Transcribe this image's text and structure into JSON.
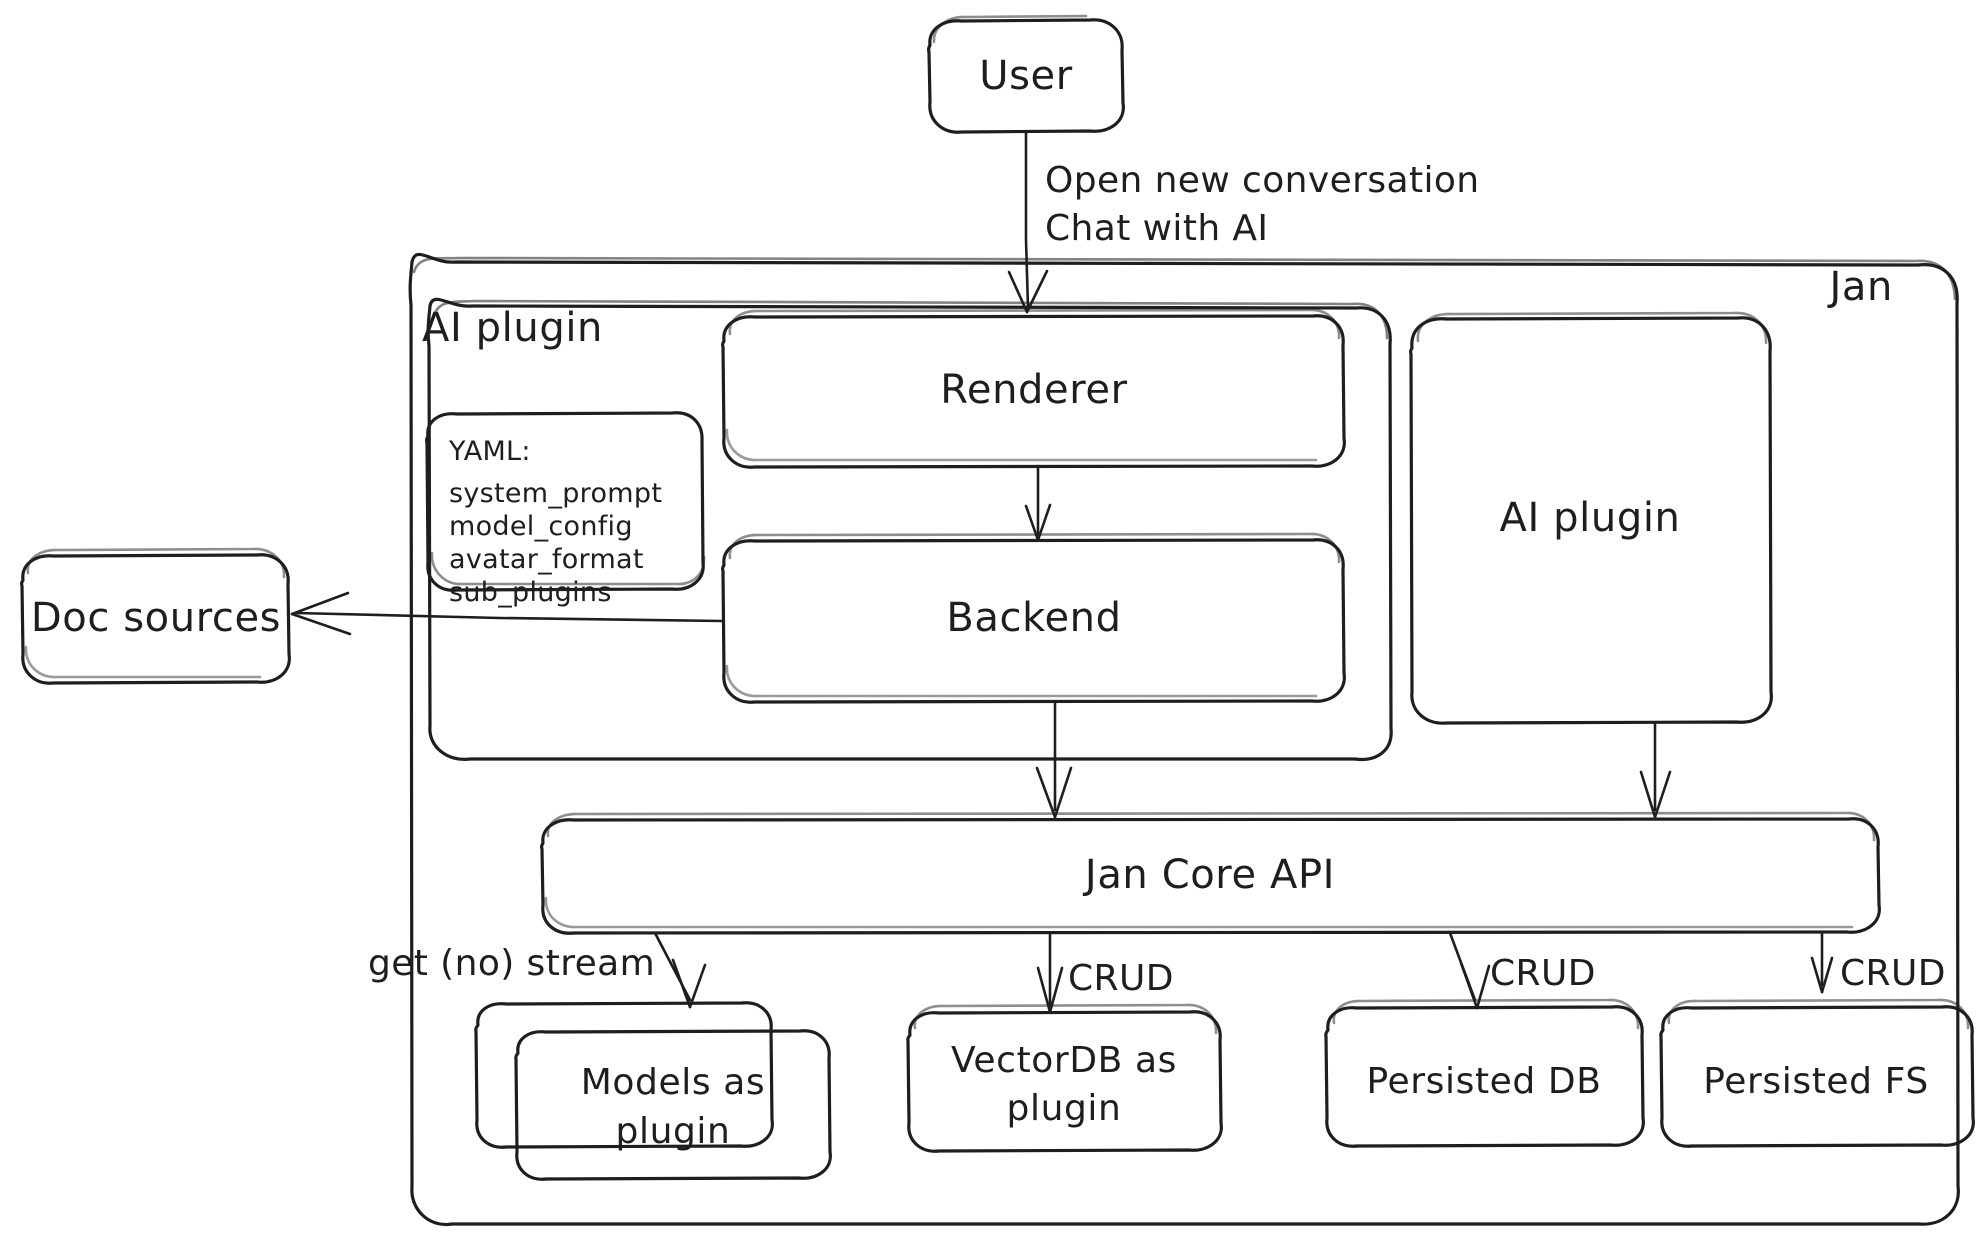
{
  "diagram": {
    "title": "Jan architecture diagram",
    "style": "hand-drawn whiteboard sketch",
    "stroke_color": "#1e1e1e",
    "background_color": "#ffffff"
  },
  "nodes": {
    "user": {
      "label": "User"
    },
    "jan_container": {
      "label": "Jan"
    },
    "ai_plugin_group": {
      "label": "AI plugin"
    },
    "yaml_box": {
      "title": "YAML:",
      "lines": [
        "system_prompt",
        "model_config",
        "avatar_format",
        "sub_plugins"
      ]
    },
    "renderer": {
      "label": "Renderer"
    },
    "backend": {
      "label": "Backend"
    },
    "ai_plugin_right": {
      "label": "AI plugin"
    },
    "doc_sources": {
      "label": "Doc sources"
    },
    "jan_core_api": {
      "label": "Jan Core API"
    },
    "models_plugin": {
      "line1": "Models as",
      "line2": "plugin"
    },
    "vectordb_plugin": {
      "line1": "VectorDB as",
      "line2": "plugin"
    },
    "persisted_db": {
      "label": "Persisted DB"
    },
    "persisted_fs": {
      "label": "Persisted FS"
    }
  },
  "edges": {
    "user_to_renderer": {
      "line1": "Open new conversation",
      "line2": "Chat with AI"
    },
    "renderer_to_backend": {
      "label": ""
    },
    "backend_to_doc_sources": {
      "label": ""
    },
    "backend_to_core": {
      "label": ""
    },
    "ai_plugin_to_core": {
      "label": ""
    },
    "core_to_models": {
      "label": "get (no) stream"
    },
    "core_to_vectordb": {
      "label": "CRUD"
    },
    "core_to_persisted_db": {
      "label": "CRUD"
    },
    "core_to_persisted_fs": {
      "label": "CRUD"
    }
  }
}
